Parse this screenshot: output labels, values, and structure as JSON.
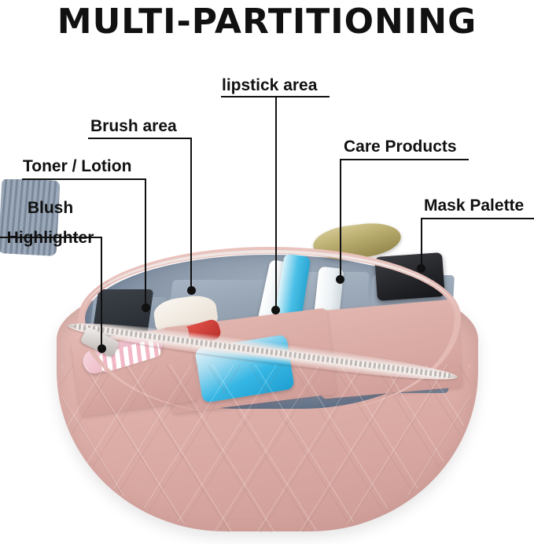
{
  "title": "MULTI-PARTITIONING",
  "product": {
    "name": "multi-partition cosmetic travel bag",
    "exterior_color": "#dfb3ae",
    "lining_color": "#8d9bac",
    "zipper_color": "#cfc6c2"
  },
  "callouts": [
    {
      "id": "blush-highlighter",
      "line1": "Blush",
      "line2": "Highlighter",
      "lines": 2
    },
    {
      "id": "toner-lotion",
      "label": "Toner / Lotion",
      "lines": 1
    },
    {
      "id": "brush-area",
      "label": "Brush area",
      "lines": 1
    },
    {
      "id": "lipstick-area",
      "label": "lipstick area",
      "lines": 1
    },
    {
      "id": "care-products",
      "label": "Care Products",
      "lines": 1
    },
    {
      "id": "mask-palette",
      "label": "Mask Palette",
      "lines": 1
    }
  ]
}
